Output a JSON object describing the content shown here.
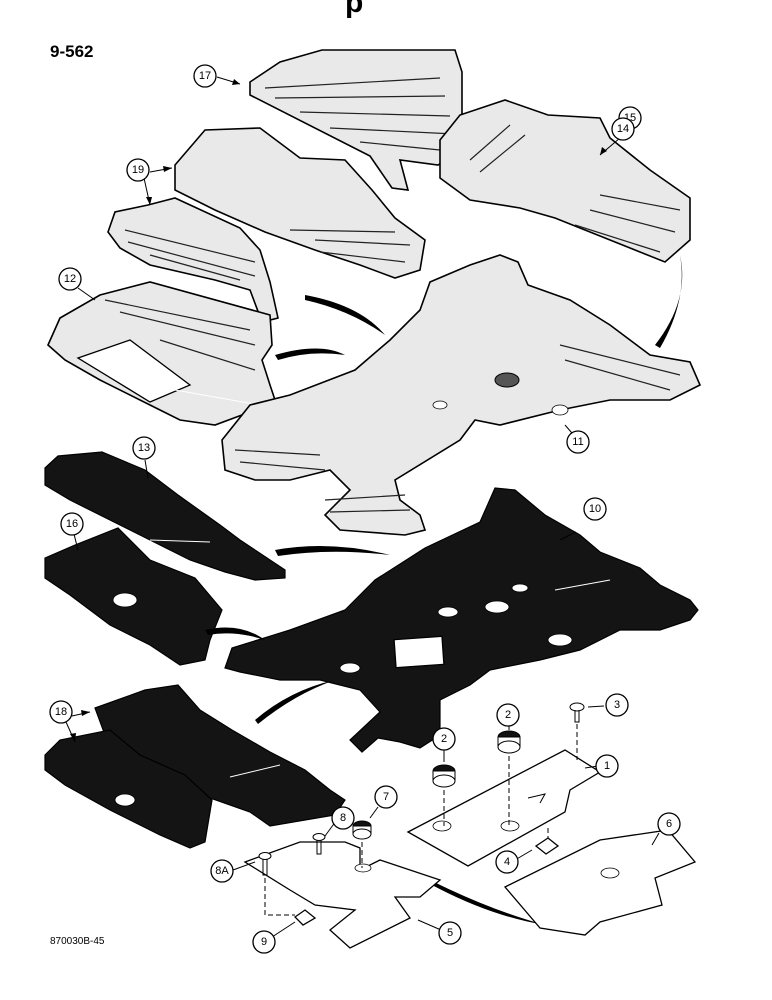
{
  "page": {
    "title": "p",
    "page_number": "9-562",
    "figure_id": "870030B-45"
  },
  "callouts": {
    "c1": "1",
    "c2a": "2",
    "c2b": "2",
    "c3": "3",
    "c4": "4",
    "c5": "5",
    "c6": "6",
    "c7": "7",
    "c8": "8",
    "c8a": "8A",
    "c9": "9",
    "c10": "10",
    "c11": "11",
    "c12": "12",
    "c13": "13",
    "c14": "14",
    "c15": "15",
    "c16": "16",
    "c17": "17",
    "c18": "18",
    "c19": "19"
  }
}
